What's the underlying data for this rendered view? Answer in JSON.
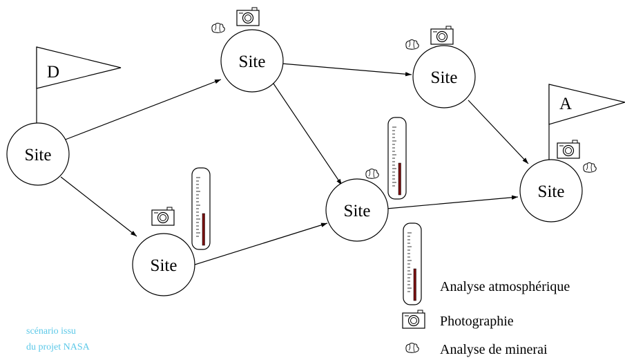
{
  "colors": {
    "stroke": "#000000",
    "thermo_fill": "#7a1010",
    "caption": "#5bc8e8"
  },
  "sites": [
    {
      "id": "s1",
      "label": "Site"
    },
    {
      "id": "s2",
      "label": "Site"
    },
    {
      "id": "s3",
      "label": "Site"
    },
    {
      "id": "s4",
      "label": "Site"
    },
    {
      "id": "s5",
      "label": "Site"
    },
    {
      "id": "s6",
      "label": "Site"
    }
  ],
  "edges": [
    {
      "from": "s1",
      "to": "s2"
    },
    {
      "from": "s1",
      "to": "s5"
    },
    {
      "from": "s2",
      "to": "s3"
    },
    {
      "from": "s2",
      "to": "s4"
    },
    {
      "from": "s5",
      "to": "s4"
    },
    {
      "from": "s3",
      "to": "s6"
    },
    {
      "from": "s4",
      "to": "s6"
    }
  ],
  "flags": {
    "start": "D",
    "end": "A"
  },
  "legend": {
    "atmosphere": "Analyse atmosphérique",
    "photo": "Photographie",
    "mineral": "Analyse de minerai"
  },
  "caption": {
    "line1": "scénario issu",
    "line2": "du projet NASA"
  },
  "icons": {
    "camera": "camera-icon",
    "rock": "rock-icon",
    "thermometer": "thermometer-icon",
    "flag": "flag-icon"
  }
}
